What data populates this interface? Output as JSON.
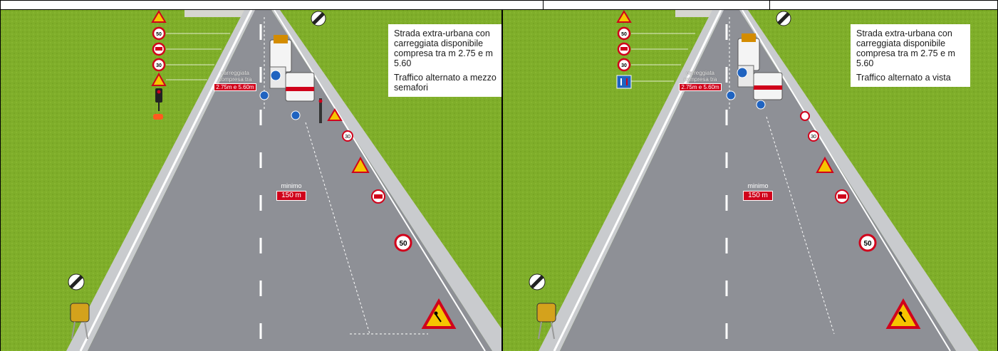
{
  "panels": [
    {
      "description_lines": [
        "Strada extra-urbana con carreggiata disponibile compresa tra m 2.75 e m 5.60",
        "Traffico alternato a mezzo semafori"
      ],
      "width_label_title": "carreggiata compresa tra",
      "width_label_value": "2.75m  e  5.60m",
      "min_label_title": "minimo",
      "min_label_value": "150 m",
      "left_sign_column": [
        "roadworks-sign",
        "speed-limit-50-sign",
        "no-overtaking-sign",
        "speed-limit-30-sign",
        "warning-sign",
        "traffic-light",
        "flashing-lamp"
      ]
    },
    {
      "description_lines": [
        "Strada extra-urbana con carreggiata disponibile compresa tra m 2.75 e m 5.60",
        "Traffico alternato a vista"
      ],
      "width_label_title": "carreggiata compresa tra",
      "width_label_value": "2.75m  e  5.60m",
      "min_label_title": "minimo",
      "min_label_value": "150 m",
      "left_sign_column": [
        "roadworks-sign",
        "speed-limit-50-sign",
        "no-overtaking-sign",
        "speed-limit-30-sign",
        "priority-sign"
      ]
    }
  ],
  "sign_texts": {
    "speed_50": "50",
    "speed_30": "30"
  },
  "colors": {
    "grass": "#7fae2a",
    "road": "#8e9096",
    "shoulder": "#c9cbce",
    "sign_red": "#d0021b",
    "sign_yellow": "#f6c500",
    "sign_blue": "#1f63c0"
  }
}
